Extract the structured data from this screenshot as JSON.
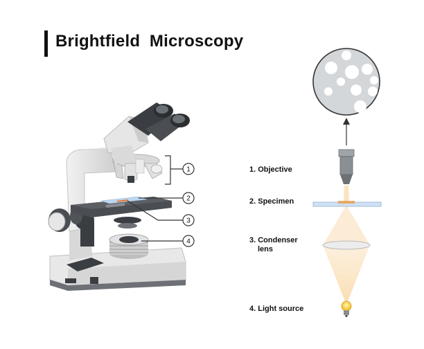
{
  "title": "Brightfield  Microscopy",
  "callouts": [
    "1",
    "2",
    "3",
    "4"
  ],
  "labels": {
    "objective": "1. Objective",
    "specimen": "2. Specimen",
    "condenser_line1": "3. Condenser",
    "condenser_line2": "lens",
    "light_source": "4. Light source"
  },
  "colors": {
    "title": "#111111",
    "microscope_body": "#e4e4e4",
    "microscope_dark": "#3a3e42",
    "light_beam": "#fbe6c8",
    "bulb": "#f4c430",
    "view_field": "#d4d7da",
    "stage_slide": "#bcd6ee"
  },
  "icons": [
    "microscope-illustration",
    "field-of-view-circle",
    "objective-lens-icon",
    "slide-icon",
    "condenser-lens-icon",
    "light-bulb-icon",
    "arrow-up-icon"
  ]
}
